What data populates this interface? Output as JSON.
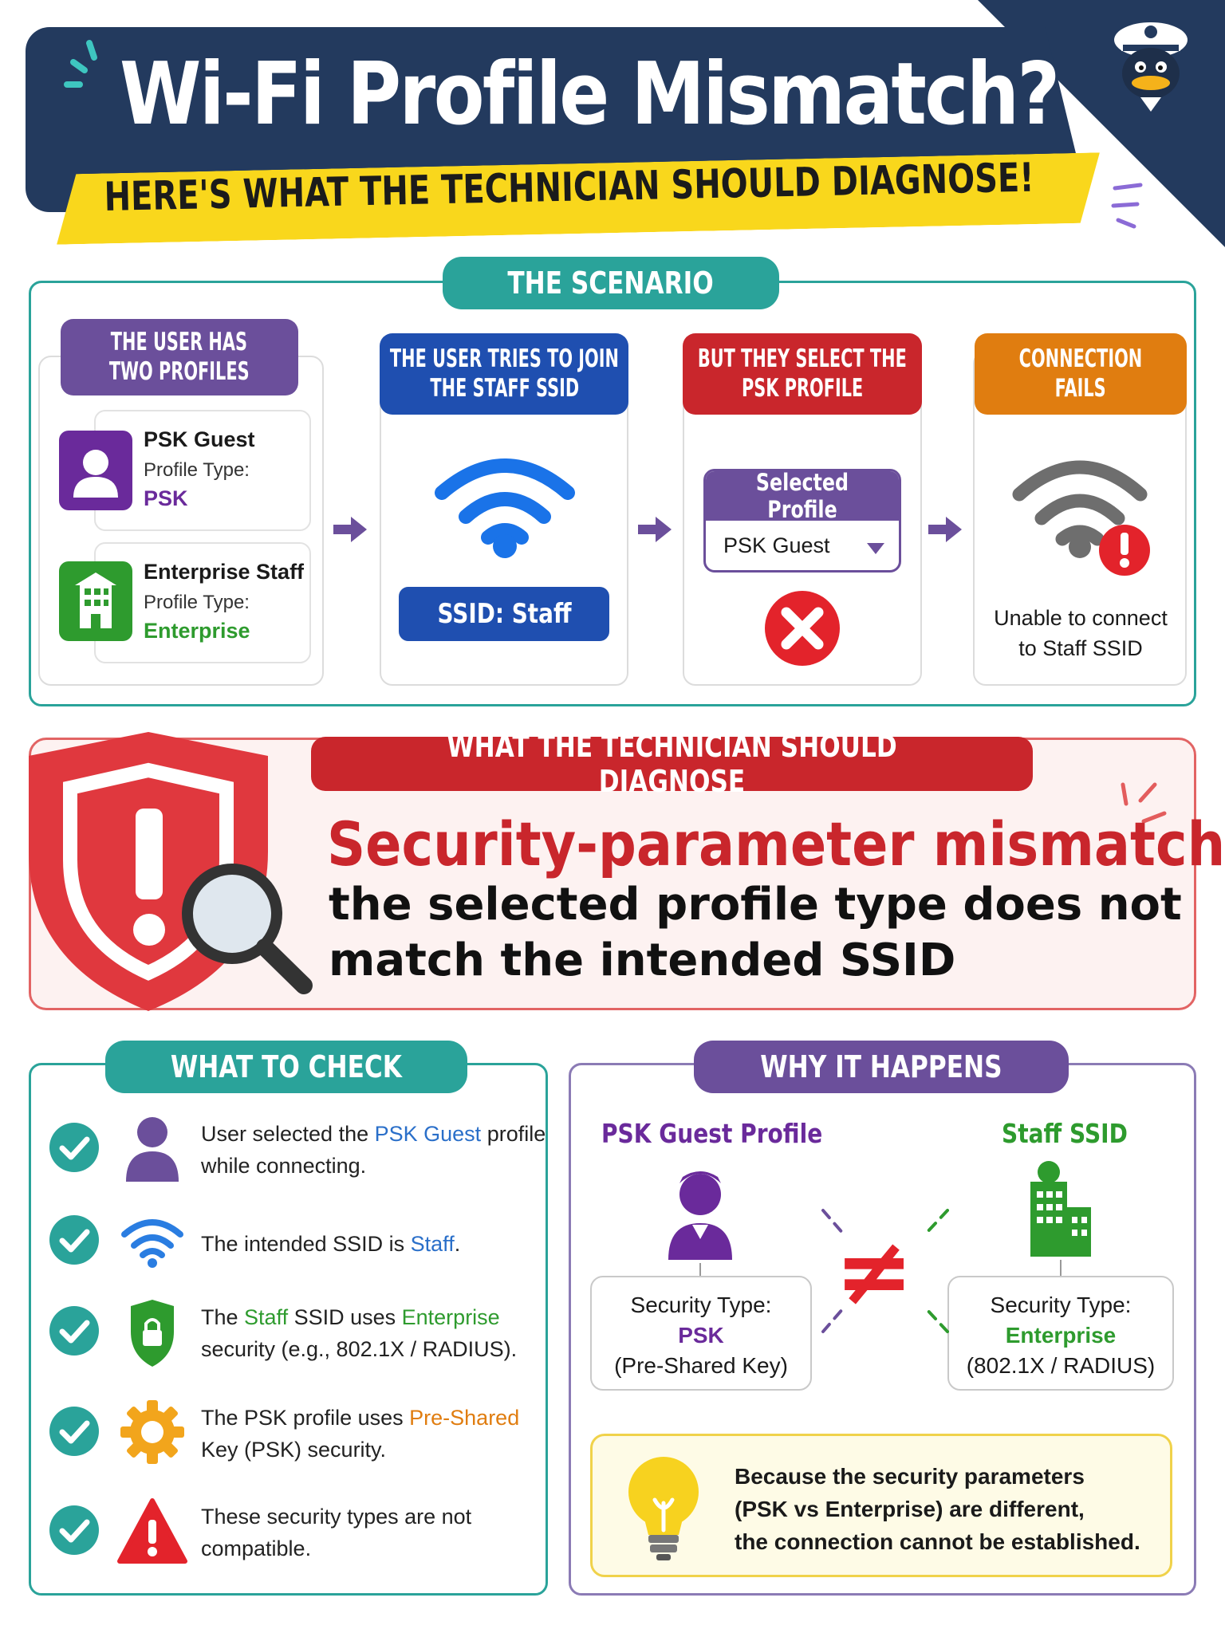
{
  "header": {
    "title": "Wi-Fi Profile Mismatch?",
    "subtitle": "HERE'S WHAT THE TECHNICIAN SHOULD DIAGNOSE!"
  },
  "scenario": {
    "title": "THE SCENARIO",
    "step1": {
      "heading": [
        "THE USER HAS",
        "TWO PROFILES"
      ],
      "profiles": [
        {
          "name": "PSK Guest",
          "type_label": "Profile Type:",
          "type": "PSK",
          "icon": "user-icon",
          "color": "#6a2a9b"
        },
        {
          "name": "Enterprise Staff",
          "type_label": "Profile Type:",
          "type": "Enterprise",
          "icon": "building-icon",
          "color": "#2e9b2e"
        }
      ]
    },
    "step2": {
      "heading": [
        "THE USER TRIES TO JOIN",
        "THE STAFF SSID"
      ],
      "ssid_label": "SSID: Staff",
      "icon": "wifi-icon"
    },
    "step3": {
      "heading": [
        "BUT THEY SELECT THE",
        "PSK PROFILE"
      ],
      "select_header": "Selected Profile",
      "select_value": "PSK Guest",
      "icon": "error-x-icon"
    },
    "step4": {
      "heading": [
        "CONNECTION",
        "FAILS"
      ],
      "message": [
        "Unable to connect",
        "to Staff SSID"
      ],
      "icon": "wifi-warning-icon"
    }
  },
  "diagnose": {
    "title": "WHAT THE TECHNICIAN SHOULD DIAGNOSE",
    "headline": "Security-parameter mismatch:",
    "body": [
      "the selected profile type does not",
      "match the intended SSID"
    ]
  },
  "what_to_check": {
    "title": "WHAT TO CHECK",
    "items": [
      {
        "icon": "user-icon",
        "parts": [
          "User selected the ",
          "PSK Guest",
          " profile while connecting."
        ]
      },
      {
        "icon": "wifi-icon",
        "parts": [
          "The intended SSID is ",
          "Staff",
          "."
        ]
      },
      {
        "icon": "lock-shield-icon",
        "parts": [
          "The ",
          "Staff",
          " SSID uses ",
          "Enterprise",
          " security (e.g., 802.1X / RADIUS)."
        ]
      },
      {
        "icon": "gear-icon",
        "parts": [
          "The PSK profile uses ",
          "Pre-Shared",
          " Key (PSK) security."
        ]
      },
      {
        "icon": "warning-icon",
        "parts": [
          "These security types are not compatible."
        ]
      }
    ]
  },
  "why": {
    "title": "WHY IT HAPPENS",
    "left": {
      "label": "PSK Guest Profile",
      "sec_label": "Security Type:",
      "sec_type": "PSK",
      "sec_detail": "(Pre-Shared Key)"
    },
    "right": {
      "label": "Staff SSID",
      "sec_label": "Security Type:",
      "sec_type": "Enterprise",
      "sec_detail": "(802.1X / RADIUS)"
    },
    "not_equal": "≠",
    "tip": [
      "Because the security parameters",
      "(PSK vs Enterprise) are different,",
      "the connection cannot be established."
    ]
  },
  "colors": {
    "navy": "#233a5e",
    "teal": "#2aa39a",
    "red": "#c9262c",
    "purple": "#6b4f9b",
    "blue": "#1f4fb0",
    "orange": "#e07d10",
    "green": "#2e9b2e",
    "yellow": "#f9d71c"
  }
}
